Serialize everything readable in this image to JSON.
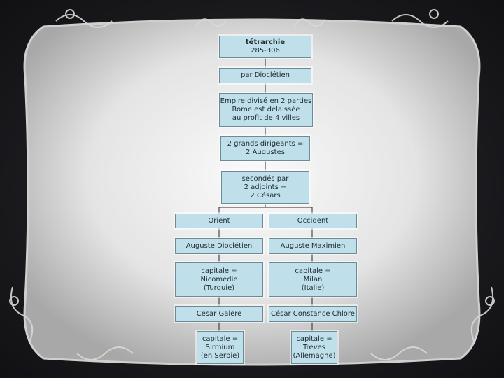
{
  "diagram": {
    "title": [
      "tétrarchie",
      "285-306"
    ],
    "nodes": {
      "founder": [
        "par Dioclétien"
      ],
      "empire": [
        "Empire divisé en 2 parties",
        "Rome est délaissée",
        "au profit de 4 villes"
      ],
      "augustes": [
        "2 grands dirigeants =",
        "2 Augustes"
      ],
      "cesars": [
        "secondés par",
        "2 adjoints =",
        "2 Césars"
      ],
      "orient": [
        "Orient"
      ],
      "occident": [
        "Occident"
      ],
      "auguste_orient": [
        "Auguste Dioclétien"
      ],
      "auguste_occident": [
        "Auguste Maximien"
      ],
      "capitale_orient": [
        "capitale =",
        "Nicomédie",
        "(Turquie)"
      ],
      "capitale_occident": [
        "capitale =",
        "Milan",
        "(Italie)"
      ],
      "cesar_orient": [
        "César Galère"
      ],
      "cesar_occident": [
        "César Constance Chlore"
      ],
      "capitale_cesar_orient": [
        "capitale =",
        "Sirmium",
        "(en Serbie)"
      ],
      "capitale_cesar_occident": [
        "capitale =",
        "Trèves",
        "(Allemagne)"
      ]
    }
  },
  "colors": {
    "background": "#1c1c20",
    "frame": "#e6e6e6",
    "box_fill": "#bfe0ea",
    "box_border": "#6e8a94",
    "line": "#2a2a2a"
  }
}
